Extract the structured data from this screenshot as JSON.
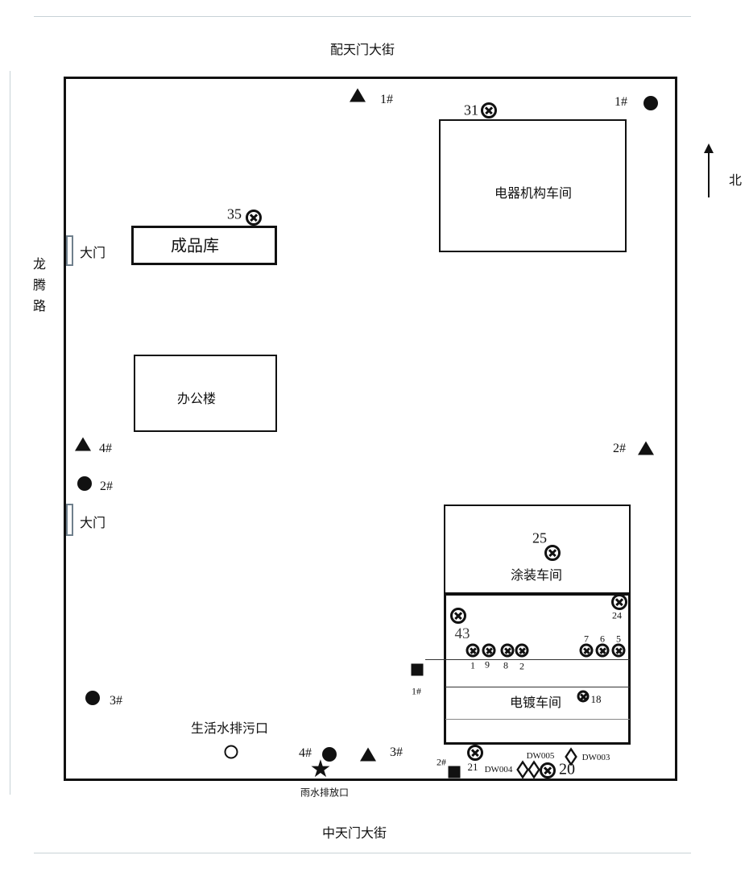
{
  "roads": {
    "north": "配天门大街",
    "south": "中天门大街",
    "west": "龙腾路"
  },
  "compass": {
    "north_label": "北"
  },
  "buildings": {
    "finished_goods": "成品库",
    "office": "办公楼",
    "electrical_workshop": "电器机构车间",
    "painting_workshop": "涂装车间",
    "plating_workshop": "电镀车间"
  },
  "gates": {
    "gate1": "大门",
    "gate2": "大门"
  },
  "outfalls": {
    "domestic_sewage": "生活水排污口",
    "rainwater": "雨水排放口"
  },
  "noise_points": {
    "n1": "1#",
    "n2": "2#",
    "n3": "3#",
    "n4": "4#"
  },
  "air_points": {
    "a1": "1#",
    "a2": "2#",
    "a3": "3#",
    "a4": "4#"
  },
  "groundwater_points": {
    "g1": "1#",
    "g2": "2#"
  },
  "sample_points": {
    "s31": "31",
    "s35": "35",
    "s25": "25",
    "s43": "43",
    "s24": "24",
    "s1": "1",
    "s9": "9",
    "s8": "8",
    "s2": "2",
    "s7": "7",
    "s6": "6",
    "s5": "5",
    "s18": "18",
    "s21": "21",
    "s20": "20"
  },
  "wastewater_points": {
    "dw003": "DW003",
    "dw004": "DW004",
    "dw005": "DW005"
  }
}
